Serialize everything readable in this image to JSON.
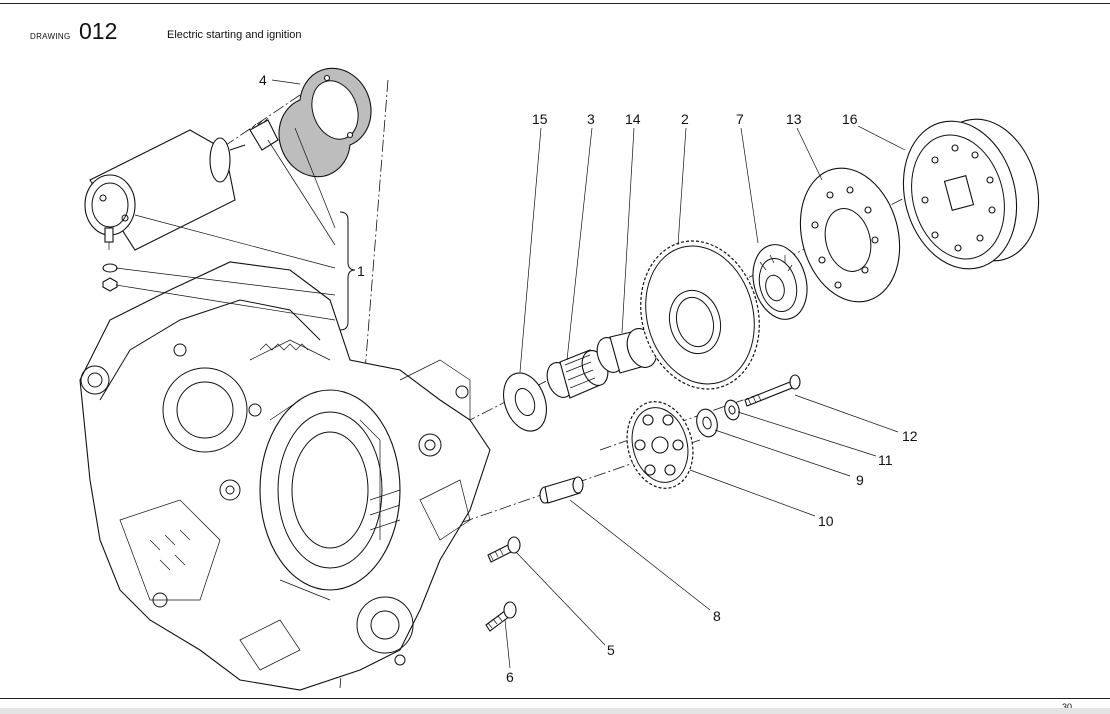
{
  "header": {
    "drawing_word": "DRAWING",
    "drawing_number": "012",
    "title": "Electric starting and ignition"
  },
  "callouts": {
    "c1": "1",
    "c2": "2",
    "c3": "3",
    "c4": "4",
    "c5": "5",
    "c6": "6",
    "c7": "7",
    "c8": "8",
    "c9": "9",
    "c10": "10",
    "c11": "11",
    "c12": "12",
    "c13": "13",
    "c14": "14",
    "c15": "15",
    "c16": "16"
  },
  "footer": {
    "page_number": "30"
  }
}
